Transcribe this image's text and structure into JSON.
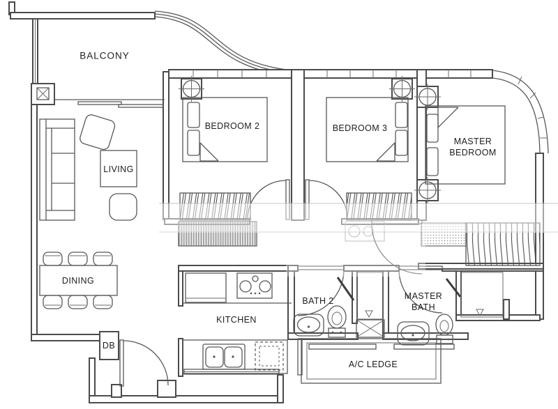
{
  "plan": {
    "type": "residential-floor-plan",
    "rooms": {
      "balcony": {
        "label": "BALCONY"
      },
      "living": {
        "label": "LIVING"
      },
      "dining": {
        "label": "DINING"
      },
      "bedroom2": {
        "label": "BEDROOM 2"
      },
      "bedroom3": {
        "label": "BEDROOM 3"
      },
      "master_bedroom": {
        "label": "MASTER BEDROOM"
      },
      "kitchen": {
        "label": "KITCHEN"
      },
      "bath2": {
        "label": "BATH 2"
      },
      "master_bath": {
        "label": "MASTER BATH"
      },
      "ac_ledge": {
        "label": "A/C LEDGE"
      },
      "db": {
        "label": "DB"
      }
    },
    "colors": {
      "background": "#ffffff",
      "wall_line": "#4b4b4b",
      "furniture_line": "#585858",
      "text": "#1d1d1d"
    },
    "furniture": {
      "living": [
        "sofa",
        "armchair",
        "coffee-table",
        "pouf"
      ],
      "dining": [
        "dining-table",
        "chairs-x6"
      ],
      "bedroom2": [
        "double-bed",
        "wardrobe"
      ],
      "bedroom3": [
        "double-bed",
        "wardrobe",
        "vanity"
      ],
      "master_bedroom": [
        "double-bed",
        "wardrobe",
        "dresser"
      ],
      "kitchen": [
        "fridge",
        "hob",
        "double-sink",
        "washing-machine"
      ],
      "bath2": [
        "basin",
        "toilet",
        "shower",
        "floor-trap"
      ],
      "master_bath": [
        "basin",
        "toilet",
        "shower"
      ]
    }
  }
}
